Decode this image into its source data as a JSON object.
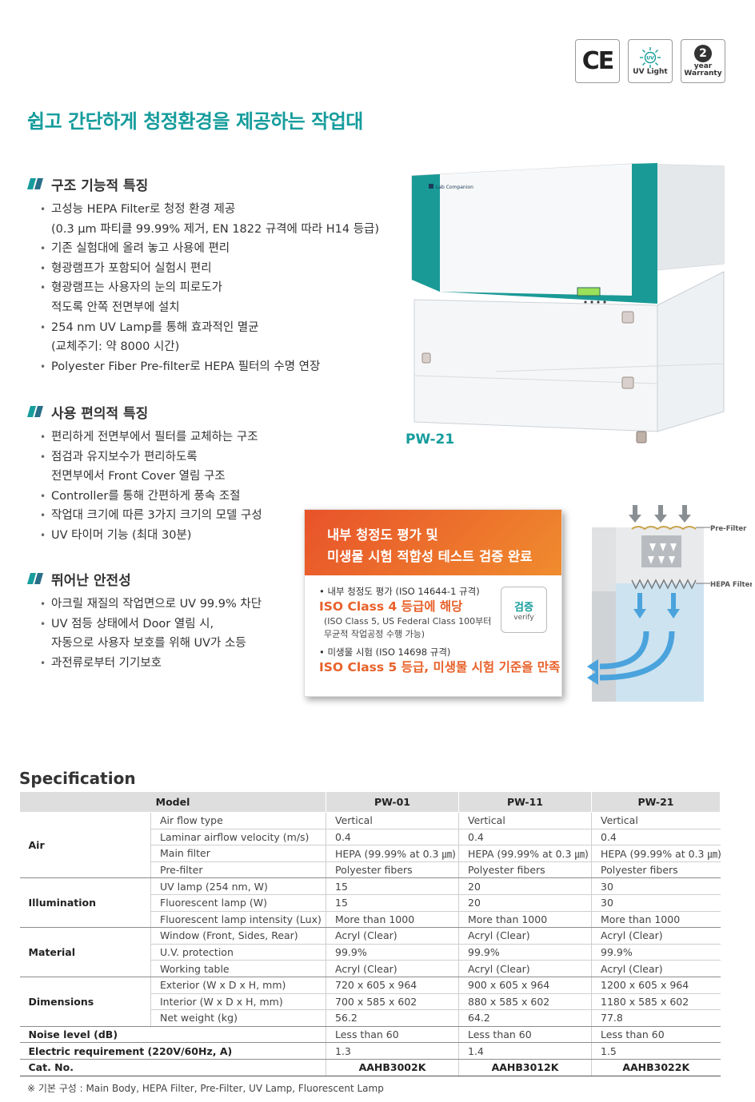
{
  "badges": {
    "ce": "CE",
    "uv_label": "UV Light",
    "uv_icon_text": "UV",
    "warranty_number": "2",
    "warranty_label_1": "year",
    "warranty_label_2": "Warranty"
  },
  "headline": "쉽고 간단하게 청정환경을 제공하는 작업대",
  "sections": [
    {
      "title": "구조 기능적 특징",
      "items": [
        [
          "고성능 HEPA Filter로 청정 환경 제공",
          "(0.3 μm 파티클 99.99% 제거, EN 1822 규격에 따라 H14 등급)"
        ],
        [
          "기존 실험대에 올려 놓고 사용에 편리"
        ],
        [
          "형광램프가 포함되어 실험시 편리"
        ],
        [
          "형광램프는 사용자의 눈의 피로도가",
          "적도록 안쪽 전면부에 설치"
        ],
        [
          "254 nm UV Lamp를 통해 효과적인 멸균",
          "(교체주기: 약 8000 시간)"
        ],
        [
          "Polyester Fiber Pre-filter로 HEPA 필터의 수명 연장"
        ]
      ]
    },
    {
      "title": "사용 편의적 특징",
      "items": [
        [
          "편리하게 전면부에서 필터를 교체하는 구조"
        ],
        [
          "점검과 유지보수가 편리하도록",
          "전면부에서 Front Cover 열림 구조"
        ],
        [
          "Controller를 통해 간편하게 풍속 조절"
        ],
        [
          "작업대 크기에 따른 3가지 크기의 모델 구성"
        ],
        [
          "UV 타이머 기능 (최대 30분)"
        ]
      ]
    },
    {
      "title": "뛰어난 안전성",
      "items": [
        [
          "아크릴 재질의 작업면으로 UV 99.9% 차단"
        ],
        [
          "UV 점등 상태에서 Door 열림 시,",
          "자동으로 사용자 보호를 위해 UV가 소등"
        ],
        [
          "과전류로부터 기기보호"
        ]
      ]
    }
  ],
  "product": {
    "model": "PW-21",
    "brand": "Lab Companion"
  },
  "verification": {
    "head_line1": "내부 청정도 평가 및",
    "head_line2": "미생물 시험 적합성 테스트 검증 완료",
    "item1_label": "• 내부 청정도 평가 (ISO 14644-1 규격)",
    "item1_big": "ISO Class 4 등급에 해당",
    "item1_note1": "(ISO Class 5, US Federal Class 100부터",
    "item1_note2": "무균적 작업공정 수행 가능)",
    "item2_label": "• 미생물 시험 (ISO 14698 규격)",
    "item2_big": "ISO Class 5 등급, 미생물 시험 기준을 만족",
    "stamp_ko": "검증",
    "stamp_en": "verify"
  },
  "airflow": {
    "prefilter_label": "Pre-Filter",
    "hepa_label": "HEPA Filter"
  },
  "spec": {
    "title": "Specification",
    "headers": [
      "Model",
      "PW-01",
      "PW-11",
      "PW-21"
    ],
    "groups": [
      {
        "category": "Air",
        "rows": [
          [
            "Air flow type",
            "Vertical",
            "Vertical",
            "Vertical"
          ],
          [
            "Laminar airflow velocity (m/s)",
            "0.4",
            "0.4",
            "0.4"
          ],
          [
            "Main filter",
            "HEPA (99.99% at 0.3 ㎛)",
            "HEPA (99.99% at 0.3 ㎛)",
            "HEPA (99.99% at 0.3 ㎛)"
          ],
          [
            "Pre-filter",
            "Polyester fibers",
            "Polyester fibers",
            "Polyester fibers"
          ]
        ]
      },
      {
        "category": "Illumination",
        "rows": [
          [
            "UV lamp (254 nm, W)",
            "15",
            "20",
            "30"
          ],
          [
            "Fluorescent lamp (W)",
            "15",
            "20",
            "30"
          ],
          [
            "Fluorescent lamp intensity (Lux)",
            "More than 1000",
            "More than 1000",
            "More than 1000"
          ]
        ]
      },
      {
        "category": "Material",
        "rows": [
          [
            "Window (Front, Sides, Rear)",
            "Acryl (Clear)",
            "Acryl (Clear)",
            "Acryl (Clear)"
          ],
          [
            "U.V. protection",
            "99.9%",
            "99.9%",
            "99.9%"
          ],
          [
            "Working table",
            "Acryl (Clear)",
            "Acryl (Clear)",
            "Acryl (Clear)"
          ]
        ]
      },
      {
        "category": "Dimensions",
        "rows": [
          [
            "Exterior (W x D x H, mm)",
            "720 x 605 x 964",
            "900 x 605 x 964",
            "1200 x 605 x 964"
          ],
          [
            "Interior (W x D x H, mm)",
            "700 x 585 x 602",
            "880 x 585 x 602",
            "1180 x 585 x 602"
          ],
          [
            "Net weight (kg)",
            "56.2",
            "64.2",
            "77.8"
          ]
        ]
      }
    ],
    "single_rows": [
      [
        "Noise level (dB)",
        "Less than 60",
        "Less than 60",
        "Less than 60"
      ],
      [
        "Electric requirement (220V/60Hz, A)",
        "1.3",
        "1.4",
        "1.5"
      ]
    ],
    "catno": [
      "Cat. No.",
      "AAHB3002K",
      "AAHB3012K",
      "AAHB3022K"
    ]
  },
  "footnote": "※ 기본 구성 : Main Body, HEPA Filter, Pre-Filter, UV Lamp, Fluorescent Lamp",
  "colors": {
    "teal": "#169c9c",
    "orange": "#e8612a"
  }
}
